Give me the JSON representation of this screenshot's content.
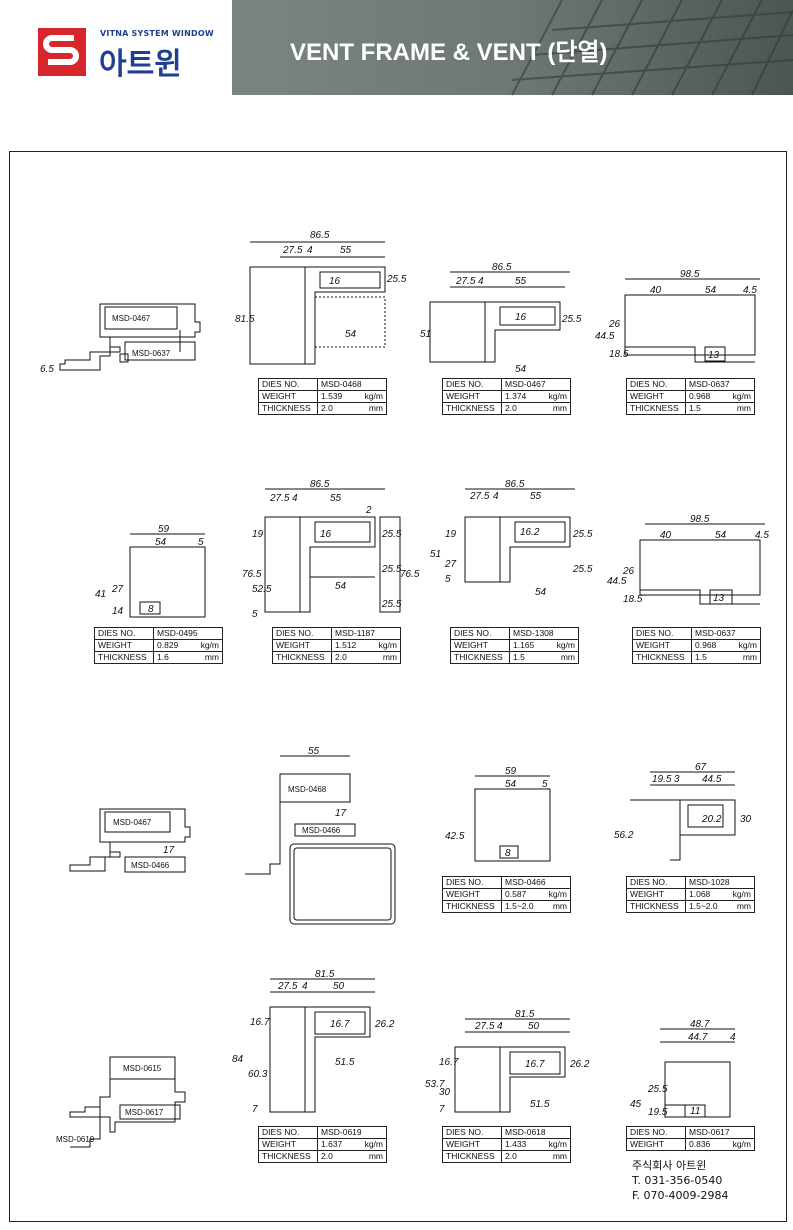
{
  "header": {
    "logo_sub": "VITNA SYSTEM WINDOW",
    "logo_main": "아트윈",
    "title": "VENT FRAME & VENT (단열)",
    "brand_color": "#1f3f8f",
    "accent_color": "#d7262c"
  },
  "spec_labels": {
    "dies": "DIES NO.",
    "weight": "WEIGHT",
    "thickness": "THICKNESS"
  },
  "units": {
    "weight": "kg/m",
    "thickness": "mm"
  },
  "assemblies": {
    "a1": {
      "top": "MSD-0467",
      "bottom": "MSD-0637",
      "dim": "6.5"
    },
    "a2": {
      "top": "MSD-0467",
      "bottom": "MSD-0466",
      "dim": "17"
    },
    "a3": {
      "top": "MSD-0468",
      "bottom": "MSD-0466",
      "dim": "17"
    },
    "a4": {
      "top": "MSD-0615",
      "bottom": "MSD-0617",
      "side": "MSD-0619"
    }
  },
  "profiles": {
    "p468": {
      "dies": "MSD-0468",
      "weight": "1.539",
      "thickness": "2.0",
      "dims": [
        "86.5",
        "27.5",
        "4",
        "55",
        "25.5",
        "16",
        "81.5",
        "54"
      ]
    },
    "p467": {
      "dies": "MSD-0467",
      "weight": "1.374",
      "thickness": "2.0",
      "dims": [
        "86.5",
        "27.5",
        "4",
        "55",
        "25.5",
        "16",
        "51",
        "54"
      ]
    },
    "p637a": {
      "dies": "MSD-0637",
      "weight": "0.968",
      "thickness": "1.5",
      "dims": [
        "98.5",
        "40",
        "54",
        "4.5",
        "44.5",
        "26",
        "18.5",
        "13"
      ]
    },
    "p495": {
      "dies": "MSD-0495",
      "weight": "0.829",
      "thickness": "1.6",
      "dims": [
        "59",
        "54",
        "5",
        "41",
        "27",
        "14",
        "8"
      ]
    },
    "p1187": {
      "dies": "MSD-1187",
      "weight": "1.512",
      "thickness": "2.0",
      "dims": [
        "86.5",
        "27.5",
        "4",
        "55",
        "2",
        "19",
        "76.5",
        "52.5",
        "5",
        "16",
        "25.5",
        "25.5",
        "76.5",
        "25.5",
        "54"
      ]
    },
    "p1308": {
      "dies": "MSD-1308",
      "weight": "1.165",
      "thickness": "1.5",
      "dims": [
        "86.5",
        "27.5",
        "4",
        "55",
        "19",
        "51",
        "27",
        "5",
        "16.2",
        "25.5",
        "25.5",
        "54"
      ]
    },
    "p637b": {
      "dies": "MSD-0637",
      "weight": "0.968",
      "thickness": "1.5",
      "dims": [
        "98.5",
        "40",
        "54",
        "4.5",
        "44.5",
        "26",
        "18.5",
        "13"
      ]
    },
    "p466": {
      "dies": "MSD-0466",
      "weight": "0.587",
      "thickness": "1.5~2.0",
      "dims": [
        "59",
        "54",
        "5",
        "42.5",
        "8"
      ]
    },
    "p1028": {
      "dies": "MSD-1028",
      "weight": "1.068",
      "thickness": "1.5~2.0",
      "dims": [
        "67",
        "19.5",
        "3",
        "44.5",
        "20.2",
        "30",
        "56.2"
      ]
    },
    "p619": {
      "dies": "MSD-0619",
      "weight": "1.637",
      "thickness": "2.0",
      "dims": [
        "81.5",
        "27.5",
        "4",
        "50",
        "16.7",
        "16.7",
        "26.2",
        "84",
        "60.3",
        "7",
        "51.5"
      ]
    },
    "p618": {
      "dies": "MSD-0618",
      "weight": "1.433",
      "thickness": "2.0",
      "dims": [
        "81.5",
        "27.5",
        "4",
        "50",
        "16.7",
        "16.7",
        "26.2",
        "53.7",
        "30",
        "7",
        "51.5"
      ]
    },
    "p617": {
      "dies": "MSD-0617",
      "weight": "0.836",
      "dims": [
        "48.7",
        "44.7",
        "4",
        "45",
        "25.5",
        "19.5",
        "11"
      ]
    }
  },
  "fig_labels": {
    "a3_width": "55"
  },
  "contact": {
    "company": "주식회사 아트윈",
    "tel": "T. 031-356-0540",
    "fax": "F. 070-4009-2984"
  }
}
